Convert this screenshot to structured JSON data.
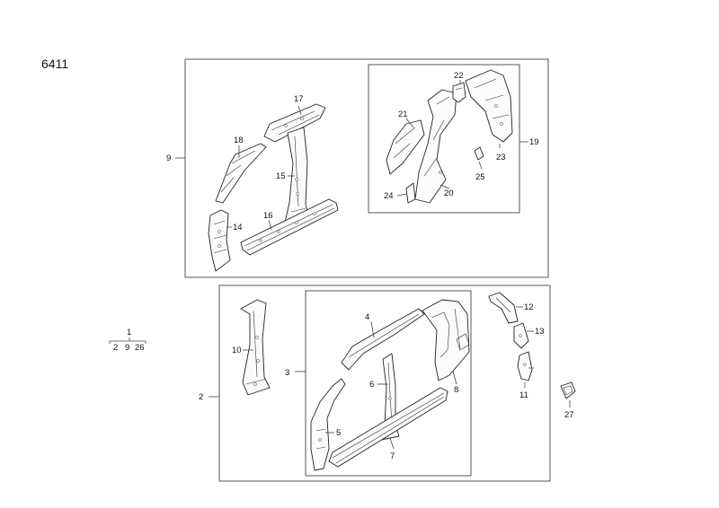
{
  "diagram": {
    "group_code": "6411",
    "callouts": {
      "c1": "1",
      "c2": "2",
      "c3": "3",
      "c4": "4",
      "c5": "5",
      "c6": "6",
      "c7": "7",
      "c8": "8",
      "c9": "9",
      "c10": "10",
      "c11": "11",
      "c12": "12",
      "c13": "13",
      "c14": "14",
      "c15": "15",
      "c16": "16",
      "c17": "17",
      "c18": "18",
      "c19": "19",
      "c20": "20",
      "c21": "21",
      "c22": "22",
      "c23": "23",
      "c24": "24",
      "c25": "25",
      "c27": "27"
    },
    "assembly_1_children": [
      "2",
      "9",
      "26"
    ]
  }
}
